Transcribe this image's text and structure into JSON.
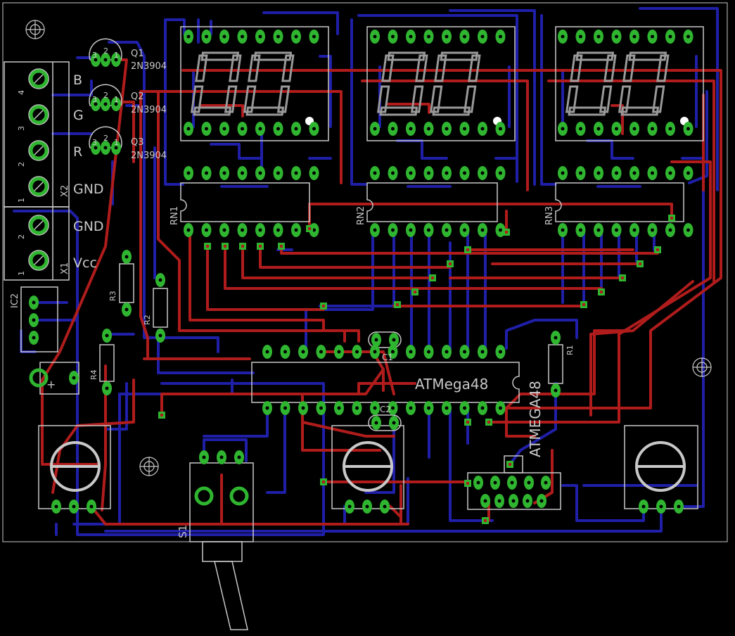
{
  "colors": {
    "background": "#000000",
    "outline": "#c8c8c8",
    "bottom_trace": "#1f1fa8",
    "top_trace": "#b01c1c",
    "pad": "#2fb52f",
    "segment": "#9a9a9a",
    "mark": "#ffffff"
  },
  "transistors": [
    {
      "ref": "Q1",
      "part": "2N3904"
    },
    {
      "ref": "Q2",
      "part": "2N3904"
    },
    {
      "ref": "Q3",
      "part": "2N3904"
    }
  ],
  "transistor_pins": [
    "3",
    "2",
    "1"
  ],
  "connector_labels": [
    "B",
    "G",
    "R",
    "GND",
    "GND",
    "Vcc"
  ],
  "connector_pin_numbers": [
    "4",
    "3",
    "2",
    "1",
    "2",
    "1"
  ],
  "x1_label": "X1",
  "x2_label": "X2",
  "ic2_label": "IC2",
  "cap_plus": "+",
  "resistors": [
    "R3",
    "R2",
    "R4",
    "R1"
  ],
  "networks": [
    "RN1",
    "RN2",
    "RN3"
  ],
  "capacitors": [
    "C1",
    "C2"
  ],
  "mcu_value": "ATMega48",
  "mcu_name": "ATMEGA48",
  "switch_label": "S1"
}
